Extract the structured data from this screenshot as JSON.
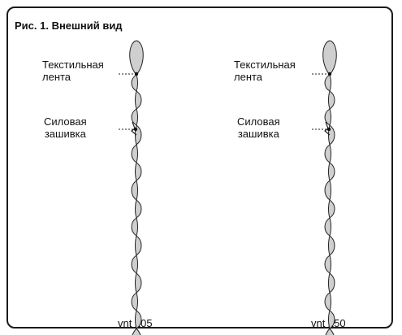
{
  "figure": {
    "title": "Рис. 1. Внешний вид",
    "border_color": "#1a1a1a",
    "sling_fill": "#cfcfcf",
    "sling_stroke": "#222222"
  },
  "items": [
    {
      "label_tape": [
        "Текстильная",
        "лента"
      ],
      "label_stitch": [
        "Силовая",
        "зашивка"
      ],
      "caption": "vnt 205"
    },
    {
      "label_tape": [
        "Текстильная",
        "лента"
      ],
      "label_stitch": [
        "Силовая",
        "зашивка"
      ],
      "caption": "vnt 250"
    }
  ]
}
